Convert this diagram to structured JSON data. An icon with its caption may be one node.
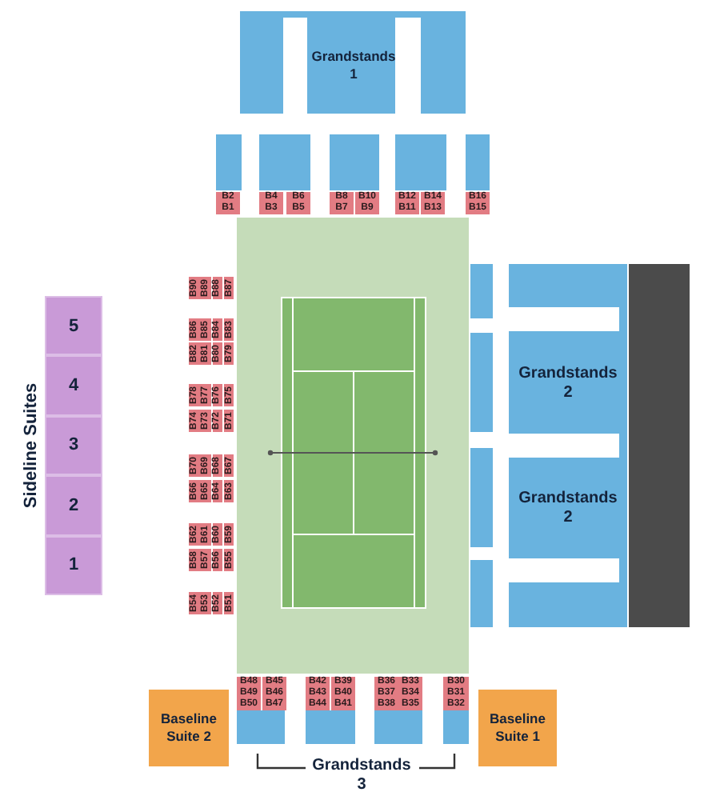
{
  "diagram": {
    "nodes": [
      {
        "text": [
          "Grandstands 1"
        ]
      },
      {
        "text": [],
        "shape": "box"
      },
      {
        "text": [],
        "shape": "box"
      },
      {
        "text": [],
        "shape": "box"
      },
      {
        "text": [],
        "shape": "box"
      },
      {
        "text": [],
        "shape": "box"
      },
      {
        "text": [
          "B2"
        ]
      },
      {
        "text": [
          "B4"
        ]
      },
      {
        "text": [
          "B6"
        ]
      },
      {
        "text": [
          "B8"
        ]
      },
      {
        "text": [
          "B10"
        ]
      },
      {
        "text": [
          "B12"
        ]
      },
      {
        "text": [
          "B14"
        ]
      },
      {
        "text": [
          "B16"
        ]
      },
      {
        "text": [
          "B1"
        ]
      },
      {
        "text": [
          "B3"
        ]
      },
      {
        "text": [
          "B5"
        ]
      },
      {
        "text": [
          "B7"
        ]
      },
      {
        "text": [
          "B9"
        ]
      },
      {
        "text": [
          "B11"
        ]
      },
      {
        "text": [
          "B13"
        ]
      },
      {
        "text": [
          "B15"
        ]
      },
      {
        "text": [
          "5"
        ]
      },
      {
        "text": [
          "4"
        ]
      },
      {
        "text": [
          "3"
        ]
      },
      {
        "text": [
          "2"
        ]
      },
      {
        "text": [
          "1"
        ]
      },
      {
        "text": [
          "B90"
        ]
      },
      {
        "text": [
          "B89"
        ]
      },
      {
        "text": [
          "B88"
        ]
      },
      {
        "text": [
          "B87"
        ]
      },
      {
        "text": [
          "B86"
        ]
      },
      {
        "text": [
          "B85"
        ]
      },
      {
        "text": [
          "B84"
        ]
      },
      {
        "text": [
          "B83"
        ]
      },
      {
        "text": [
          "B82"
        ]
      },
      {
        "text": [
          "B81"
        ]
      },
      {
        "text": [
          "B80"
        ]
      },
      {
        "text": [
          "B79"
        ]
      },
      {
        "text": [
          "B78"
        ]
      },
      {
        "text": [
          "B77"
        ]
      },
      {
        "text": [
          "B76"
        ]
      },
      {
        "text": [
          "B75"
        ]
      },
      {
        "text": [
          "B74"
        ]
      },
      {
        "text": [
          "B73"
        ]
      },
      {
        "text": [
          "B72"
        ]
      },
      {
        "text": [
          "B71"
        ]
      },
      {
        "text": [
          "B70"
        ]
      },
      {
        "text": [
          "B69"
        ]
      },
      {
        "text": [
          "B68"
        ]
      },
      {
        "text": [
          "B67"
        ]
      },
      {
        "text": [
          "B66"
        ]
      },
      {
        "text": [
          "B65"
        ]
      },
      {
        "text": [
          "B64"
        ]
      },
      {
        "text": [
          "B63"
        ]
      },
      {
        "text": [
          "B62"
        ]
      },
      {
        "text": [
          "B61"
        ]
      },
      {
        "text": [
          "B60"
        ]
      },
      {
        "text": [
          "B59"
        ]
      },
      {
        "text": [
          "B58"
        ]
      },
      {
        "text": [
          "B57"
        ]
      },
      {
        "text": [
          "B56"
        ]
      },
      {
        "text": [
          "B55"
        ]
      },
      {
        "text": [
          "B54"
        ]
      },
      {
        "text": [
          "B53"
        ]
      },
      {
        "text": [
          "B52"
        ]
      },
      {
        "text": [
          "B51"
        ]
      },
      {
        "text": [],
        "shape": "box"
      },
      {
        "text": [],
        "shape": "box"
      },
      {
        "text": [],
        "shape": "box"
      },
      {
        "text": [],
        "shape": "box"
      },
      {
        "text": [
          "Grandstands 2",
          "Grandstands 2"
        ]
      },
      {
        "text": [
          "B48"
        ]
      },
      {
        "text": [
          "B45"
        ]
      },
      {
        "text": [
          "B42"
        ]
      },
      {
        "text": [
          "B39"
        ]
      },
      {
        "text": [
          "B36"
        ]
      },
      {
        "text": [
          "B33"
        ]
      },
      {
        "text": [
          "B30"
        ]
      },
      {
        "text": [
          "B49"
        ]
      },
      {
        "text": [
          "B46"
        ]
      },
      {
        "text": [
          "B43"
        ]
      },
      {
        "text": [
          "B40"
        ]
      },
      {
        "text": [
          "B37"
        ]
      },
      {
        "text": [
          "B34"
        ]
      },
      {
        "text": [
          "B31"
        ]
      },
      {
        "text": [
          "B50"
        ]
      },
      {
        "text": [
          "B47"
        ]
      },
      {
        "text": [
          "B44"
        ]
      },
      {
        "text": [
          "B41"
        ]
      },
      {
        "text": [
          "B38"
        ]
      },
      {
        "text": [
          "B35"
        ]
      },
      {
        "text": [
          "B32"
        ]
      },
      {
        "text": [],
        "shape": "box"
      },
      {
        "text": [],
        "shape": "box"
      },
      {
        "text": [],
        "shape": "box"
      },
      {
        "text": [],
        "shape": "box"
      },
      {
        "text": [
          "Baseline Suite 2"
        ]
      },
      {
        "text": [
          "Baseline Suite 1"
        ]
      }
    ],
    "labels": [
      "Sideline Suites",
      "Grandstands 3"
    ]
  }
}
